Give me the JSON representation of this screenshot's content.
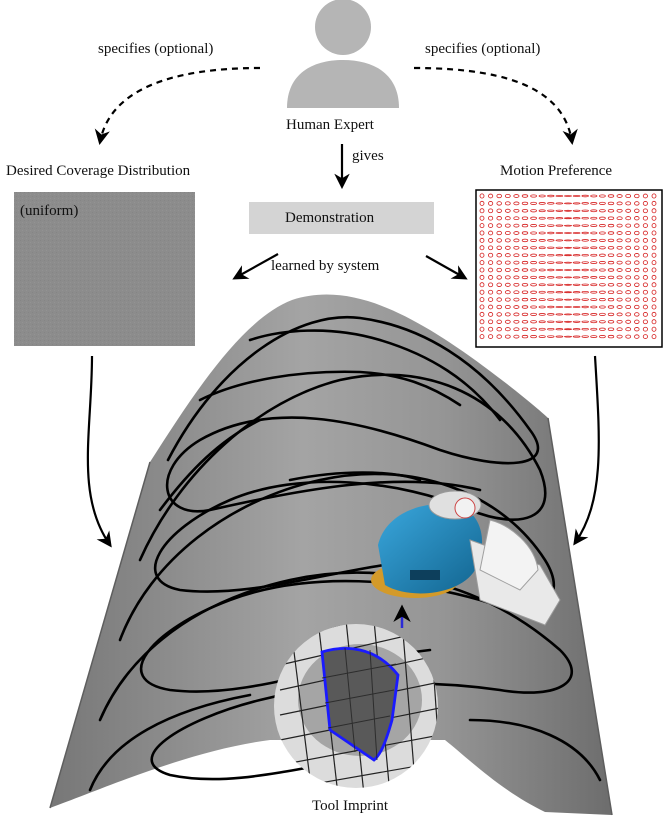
{
  "labels": {
    "specifies_left": "specifies (optional)",
    "specifies_right": "specifies (optional)",
    "human_expert": "Human Expert",
    "gives": "gives",
    "desired_coverage": "Desired Coverage Distribution",
    "uniform": "(uniform)",
    "demonstration": "Demonstration",
    "learned_by_system": "learned by system",
    "motion_preference": "Motion Preference",
    "tool_imprint": "Tool Imprint"
  },
  "colors": {
    "person_icon": "#b5b5b5",
    "coverage_box": "#8c8c8c",
    "demo_box": "#d4d4d4",
    "surface": "#8a8a8a",
    "surface_light": "#a9a9a9",
    "trajectory": "#000000",
    "motion_marker": "#d62020",
    "tool_body": "#1f8ac0",
    "tool_grey": "#e6e6e6",
    "imprint_outline": "#1a1aff",
    "imprint_fill": "#5a5a5a"
  },
  "icons": {
    "person": "user-icon",
    "tool": "angle-grinder-icon"
  }
}
